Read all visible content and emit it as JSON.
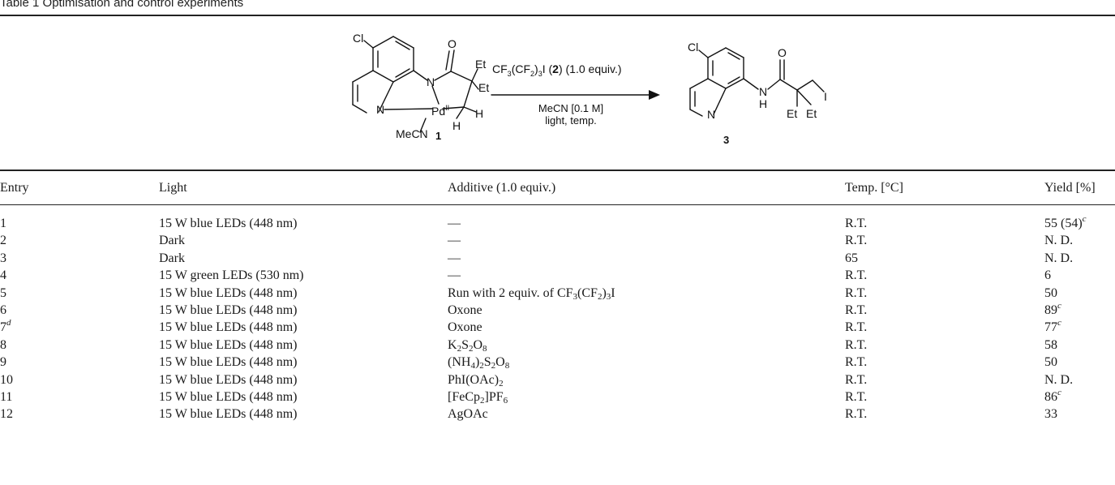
{
  "caption": "Table 1   Optimisation and control experiments",
  "scheme": {
    "cl_left": "Cl",
    "o_left": "O",
    "n_amide": "N",
    "n_quin": "N",
    "et1": "Et",
    "et2": "Et",
    "pd": "Pd",
    "pd_ox": "II",
    "h1": "H",
    "h2": "H",
    "mecn": "MeCN",
    "compound1": "1",
    "reagent_pre": "CF",
    "reagent_s1": "3",
    "reagent_mid1": "(CF",
    "reagent_s2": "2",
    "reagent_mid2": ")",
    "reagent_s3": "3",
    "reagent_mid3": "I (",
    "reagent_num": "2",
    "reagent_post": ") (1.0 equiv.)",
    "solvent": "MeCN [0.1 M]",
    "conditions": "light, temp.",
    "cl_right": "Cl",
    "o_right": "O",
    "n_right": "N",
    "h_right": "H",
    "n_quin_right": "N",
    "et3": "Et",
    "et4": "Et",
    "iodo": "I",
    "compound3": "3"
  },
  "table": {
    "headers": [
      "Entry",
      "Light",
      "Additive (1.0 equiv.)",
      "Temp. [°C]",
      "Yield [%]"
    ],
    "rows": [
      {
        "entry": "1",
        "entry_sup": "",
        "light": "15 W blue LEDs (448 nm)",
        "additive": [
          "—"
        ],
        "temp": "R.T.",
        "yield": "55 (54)",
        "yield_sup": "c"
      },
      {
        "entry": "2",
        "entry_sup": "",
        "light": "Dark",
        "additive": [
          "—"
        ],
        "temp": "R.T.",
        "yield": "N. D.",
        "yield_sup": ""
      },
      {
        "entry": "3",
        "entry_sup": "",
        "light": "Dark",
        "additive": [
          "—"
        ],
        "temp": "65",
        "yield": "N. D.",
        "yield_sup": ""
      },
      {
        "entry": "4",
        "entry_sup": "",
        "light": "15 W green LEDs (530 nm)",
        "additive": [
          "—"
        ],
        "temp": "R.T.",
        "yield": "6",
        "yield_sup": ""
      },
      {
        "entry": "5",
        "entry_sup": "",
        "light": "15 W blue LEDs (448 nm)",
        "additive": [
          "Run with 2 equiv. of CF",
          "_3",
          "(CF",
          "_2",
          ")",
          "_3",
          "I"
        ],
        "temp": "R.T.",
        "yield": "50",
        "yield_sup": ""
      },
      {
        "entry": "6",
        "entry_sup": "",
        "light": "15 W blue LEDs (448 nm)",
        "additive": [
          "Oxone"
        ],
        "temp": "R.T.",
        "yield": "89",
        "yield_sup": "c"
      },
      {
        "entry": "7",
        "entry_sup": "d",
        "light": "15 W blue LEDs (448 nm)",
        "additive": [
          "Oxone"
        ],
        "temp": "R.T.",
        "yield": "77",
        "yield_sup": "c"
      },
      {
        "entry": "8",
        "entry_sup": "",
        "light": "15 W blue LEDs (448 nm)",
        "additive": [
          "K",
          "_2",
          "S",
          "_2",
          "O",
          "_8"
        ],
        "temp": "R.T.",
        "yield": "58",
        "yield_sup": ""
      },
      {
        "entry": "9",
        "entry_sup": "",
        "light": "15 W blue LEDs (448 nm)",
        "additive": [
          "(NH",
          "_4",
          ")",
          "_2",
          "S",
          "_2",
          "O",
          "_8"
        ],
        "temp": "R.T.",
        "yield": "50",
        "yield_sup": ""
      },
      {
        "entry": "10",
        "entry_sup": "",
        "light": "15 W blue LEDs (448 nm)",
        "additive": [
          "PhI(OAc)",
          "_2"
        ],
        "temp": "R.T.",
        "yield": "N. D.",
        "yield_sup": ""
      },
      {
        "entry": "11",
        "entry_sup": "",
        "light": "15 W blue LEDs (448 nm)",
        "additive": [
          "[FeCp",
          "_2",
          "]PF",
          "_6"
        ],
        "temp": "R.T.",
        "yield": "86",
        "yield_sup": "c"
      },
      {
        "entry": "12",
        "entry_sup": "",
        "light": "15 W blue LEDs (448 nm)",
        "additive": [
          "AgOAc"
        ],
        "temp": "R.T.",
        "yield": "33",
        "yield_sup": ""
      }
    ]
  }
}
